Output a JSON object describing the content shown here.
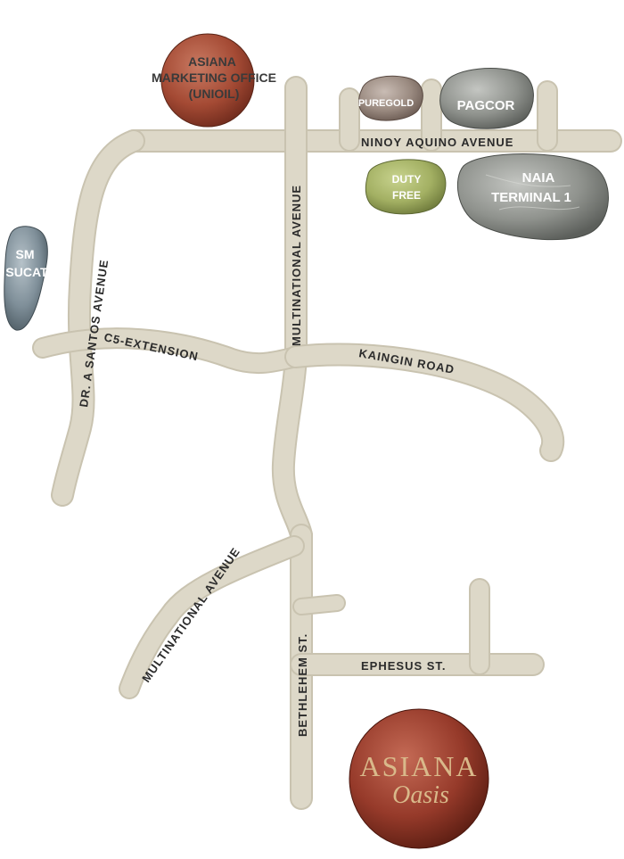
{
  "roads": {
    "ninoy_aquino": "NINOY AQUINO AVENUE",
    "multinational_north": "MULTINATIONAL AVENUE",
    "multinational_south": "MULTINATIONAL AVENUE",
    "dr_santos": "DR. A SANTOS AVENUE",
    "c5_extension": "C5-EXTENSION",
    "kaingin": "KAINGIN ROAD",
    "bethlehem": "BETHLEHEM ST.",
    "ephesus": "EPHESUS ST."
  },
  "landmarks": {
    "asiana_office": [
      "ASIANA",
      "MARKETING OFFICE",
      "(UNIOIL)"
    ],
    "puregold": "PUREGOLD",
    "pagcor": "PAGCOR",
    "duty_free": [
      "DUTY",
      "FREE"
    ],
    "naia": [
      "NAIA",
      "TERMINAL 1"
    ],
    "sm_sucat": [
      "SM",
      "SUCAT"
    ]
  },
  "brand": {
    "name": "ASIANA",
    "tagline": "Oasis"
  },
  "colors": {
    "road": "#ddd8c8",
    "brown_stone": "#a8503c",
    "grey_stone": "#8e918c",
    "green_stone": "#a9b76a",
    "blue_stone": "#8a9aa4"
  }
}
